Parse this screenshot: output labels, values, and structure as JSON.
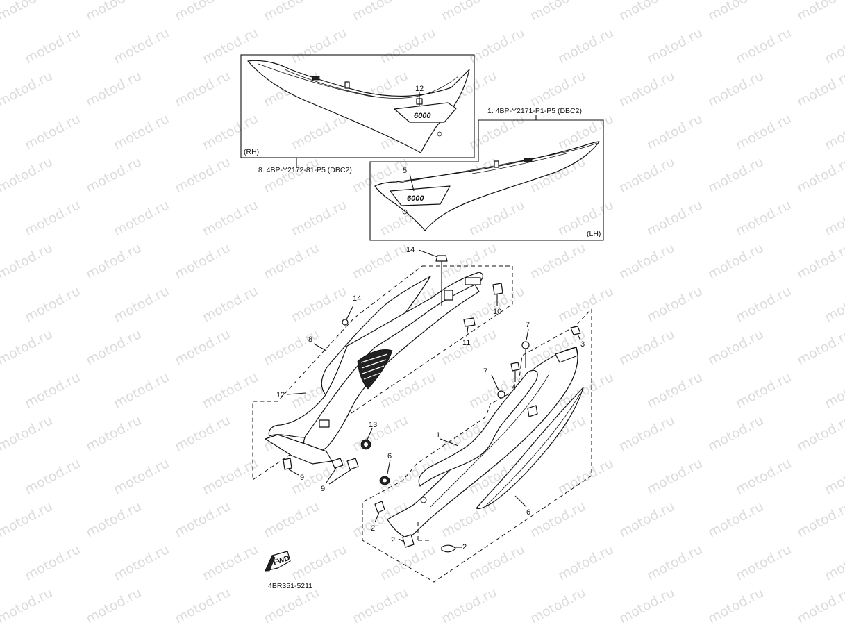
{
  "watermark": "motod.ru",
  "panels": [
    {
      "side": "(RH)",
      "part_code": "8. 4BP-Y2172-81-P5 (DBC2)",
      "emblem_ref": "12",
      "emblem_text": "6000"
    },
    {
      "side": "(LH)",
      "part_code": "1. 4BP-Y2171-P1-P5 (DBC2)",
      "emblem_ref": "5",
      "emblem_text": "6000"
    }
  ],
  "callouts": {
    "c14a": "14",
    "c14b": "14",
    "c10": "10",
    "c11": "11",
    "c8": "8",
    "c12": "12",
    "c13": "13",
    "c9a": "9",
    "c9b": "9",
    "c7a": "7",
    "c7b": "7",
    "c3": "3",
    "c4": "4",
    "c1": "1",
    "c6a": "6",
    "c6b": "6",
    "c2a": "2",
    "c2b": "2",
    "c2c": "2"
  },
  "fwd_label": "FWD",
  "drawing_number": "4BR351-5211"
}
